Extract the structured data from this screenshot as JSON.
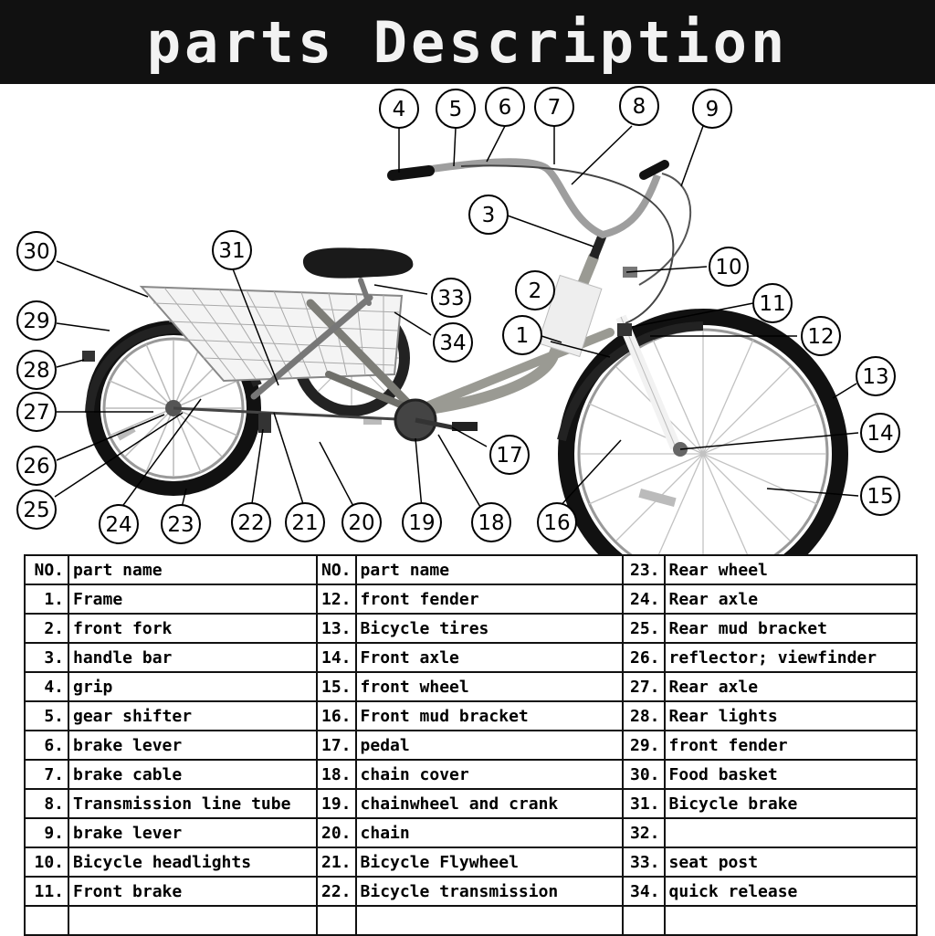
{
  "title": "parts Description",
  "colors": {
    "frame": "#9a9a93",
    "fork": "#f2f2f2",
    "tire": "#111111",
    "basket": "#eeeeee",
    "header_bg": "#111111"
  },
  "callouts": [
    "1",
    "2",
    "3",
    "4",
    "5",
    "6",
    "7",
    "8",
    "9",
    "10",
    "11",
    "12",
    "13",
    "14",
    "15",
    "16",
    "17",
    "18",
    "19",
    "20",
    "21",
    "22",
    "23",
    "24",
    "25",
    "26",
    "27",
    "28",
    "29",
    "30",
    "31",
    "33",
    "34"
  ],
  "table": {
    "header": {
      "no": "NO.",
      "name": "part name"
    },
    "columns": [
      [
        {
          "no": "1.",
          "name": "Frame"
        },
        {
          "no": "2.",
          "name": "front fork"
        },
        {
          "no": "3.",
          "name": "handle bar"
        },
        {
          "no": "4.",
          "name": "grip"
        },
        {
          "no": "5.",
          "name": "gear shifter"
        },
        {
          "no": "6.",
          "name": "brake lever"
        },
        {
          "no": "7.",
          "name": "brake cable"
        },
        {
          "no": "8.",
          "name": "Transmission line tube"
        },
        {
          "no": "9.",
          "name": "brake lever"
        },
        {
          "no": "10.",
          "name": "Bicycle headlights"
        },
        {
          "no": "11.",
          "name": "Front brake"
        }
      ],
      [
        {
          "no": "12.",
          "name": "front fender"
        },
        {
          "no": "13.",
          "name": "Bicycle tires"
        },
        {
          "no": "14.",
          "name": "Front axle"
        },
        {
          "no": "15.",
          "name": "front wheel"
        },
        {
          "no": "16.",
          "name": "Front mud bracket"
        },
        {
          "no": "17.",
          "name": "pedal"
        },
        {
          "no": "18.",
          "name": "chain cover"
        },
        {
          "no": "19.",
          "name": "chainwheel and crank"
        },
        {
          "no": "20.",
          "name": "chain"
        },
        {
          "no": "21.",
          "name": "Bicycle Flywheel"
        },
        {
          "no": "22.",
          "name": "Bicycle transmission"
        }
      ],
      [
        {
          "no": "23.",
          "name": "Rear wheel"
        },
        {
          "no": "24.",
          "name": "Rear axle"
        },
        {
          "no": "25.",
          "name": "Rear mud bracket"
        },
        {
          "no": "26.",
          "name": "reflector; viewfinder"
        },
        {
          "no": "27.",
          "name": "Rear axle"
        },
        {
          "no": "28.",
          "name": "Rear lights"
        },
        {
          "no": "29.",
          "name": "front fender"
        },
        {
          "no": "30.",
          "name": "Food basket"
        },
        {
          "no": "31.",
          "name": "Bicycle brake"
        },
        {
          "no": "32.",
          "name": ""
        },
        {
          "no": "33.",
          "name": "seat post"
        },
        {
          "no": "34.",
          "name": "quick release"
        }
      ]
    ]
  }
}
